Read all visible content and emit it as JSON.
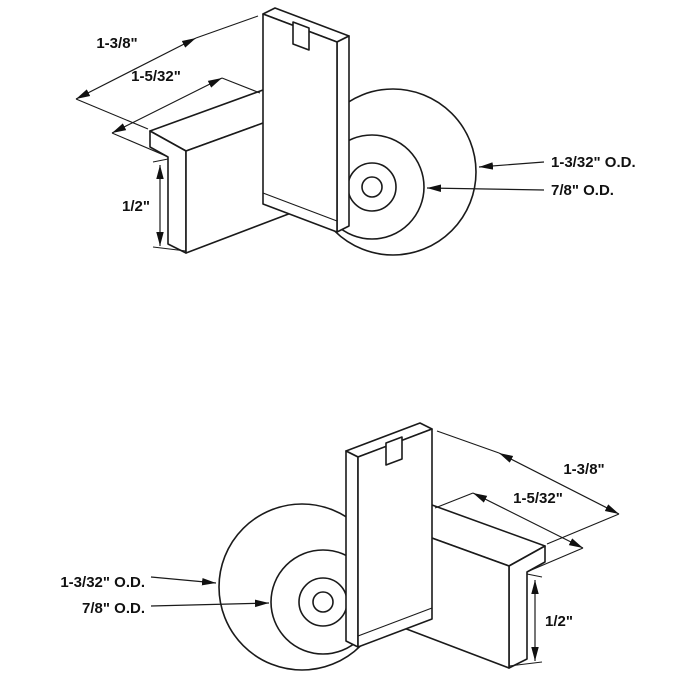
{
  "diagram_title": "drawer roller bracket dimension diagram",
  "colors": {
    "line": "#1a1a1a",
    "wheel_face": "#d7d7d7",
    "wheel_hub": "#efefef",
    "wheel_center": "#c9c9c9",
    "background": "#ffffff"
  },
  "top_figure": {
    "width_dim": "1-3/8\"",
    "depth_dim": "1-5/32\"",
    "flange_height_dim": "1/2\"",
    "outer_diameter": "1-3/32\" O.D.",
    "inner_diameter": "7/8\" O.D."
  },
  "bottom_figure": {
    "width_dim": "1-3/8\"",
    "depth_dim": "1-5/32\"",
    "flange_height_dim": "1/2\"",
    "outer_diameter": "1-3/32\" O.D.",
    "inner_diameter": "7/8\" O.D."
  }
}
